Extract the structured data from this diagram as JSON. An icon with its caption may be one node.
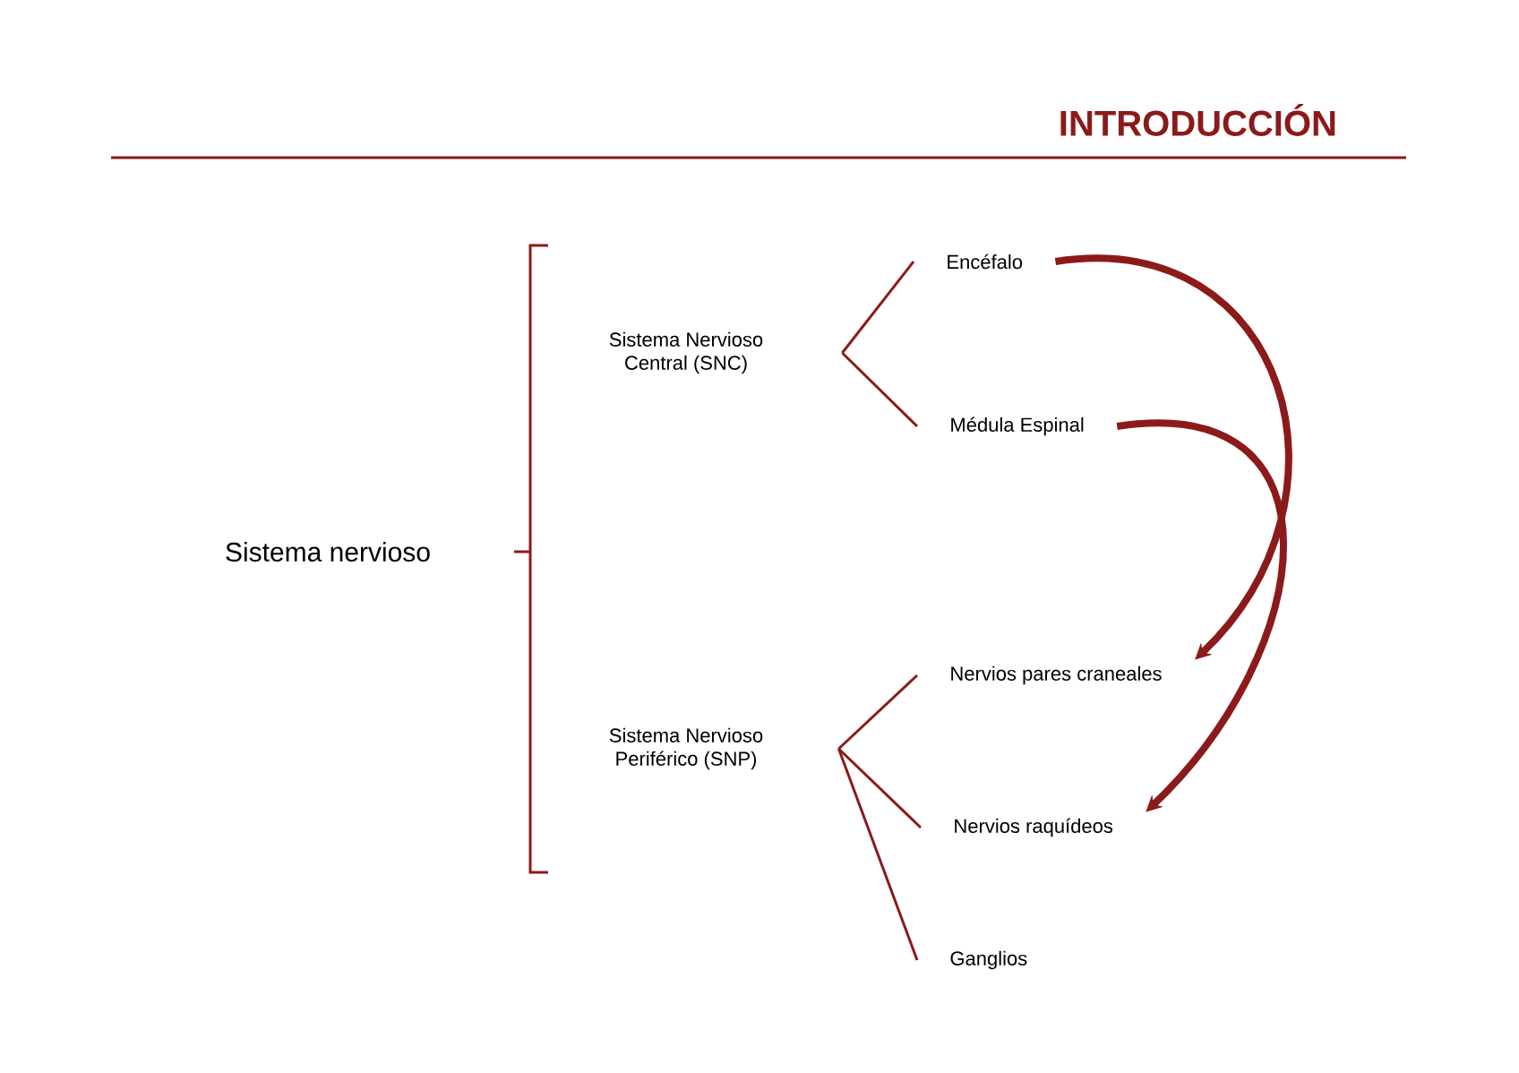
{
  "diagram": {
    "title": "INTRODUCCIÓN",
    "nodes": [
      {
        "text": [
          "Sistema nervioso"
        ]
      },
      {
        "text": [
          "Sistema Nervioso Central (SNC)"
        ]
      },
      {
        "text": [
          "Encéfalo"
        ]
      },
      {
        "text": [
          "Médula Espinal"
        ]
      },
      {
        "text": [
          "Sistema Nervioso Periférico (SNP)"
        ]
      },
      {
        "text": [
          "Nervios pares craneales"
        ]
      },
      {
        "text": [
          "Nervios raquídeos"
        ]
      },
      {
        "text": [
          "Ganglios"
        ]
      }
    ],
    "edges": [
      {
        "from": 1,
        "to": 2,
        "arrow": "none"
      },
      {
        "from": 1,
        "to": 3,
        "arrow": "none"
      },
      {
        "from": 4,
        "to": 5,
        "arrow": "none"
      },
      {
        "from": 4,
        "to": 6,
        "arrow": "none"
      },
      {
        "from": 4,
        "to": 7,
        "arrow": "none"
      },
      {
        "from": 2,
        "to": 5,
        "arrow": "to",
        "style": "thick"
      },
      {
        "from": 3,
        "to": 6,
        "arrow": "to",
        "style": "thick"
      }
    ]
  }
}
